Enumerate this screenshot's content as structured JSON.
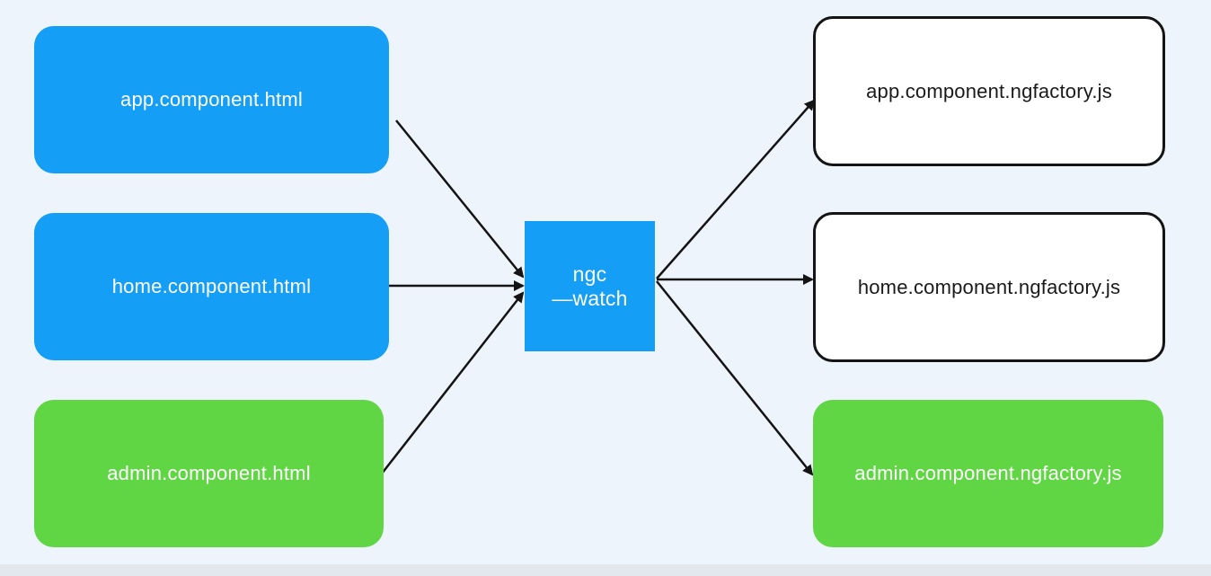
{
  "diagram": {
    "sources": {
      "app": "app.component.html",
      "home": "home.component.html",
      "admin": "admin.component.html"
    },
    "compiler": {
      "line1": "ngc",
      "line2": "—watch"
    },
    "outputs": {
      "app": "app.component.ngfactory.js",
      "home": "home.component.ngfactory.js",
      "admin": "admin.component.ngfactory.js"
    }
  },
  "colors": {
    "background": "#edf4fb",
    "blue": "#159ef6",
    "green": "#61d644",
    "white": "#ffffff",
    "arrow": "#141414"
  }
}
